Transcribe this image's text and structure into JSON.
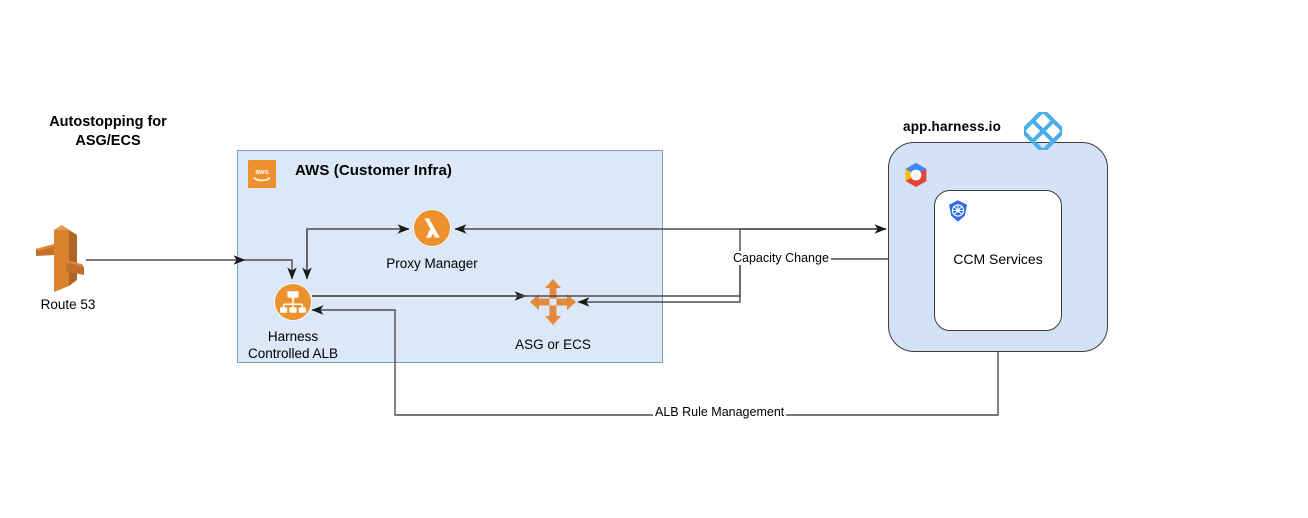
{
  "title": "Autostopping for\nASG/ECS",
  "aws_box": {
    "title": "AWS (Customer Infra)",
    "logo_icon": "aws-logo-icon"
  },
  "harness_cloud": {
    "label": "app.harness.io",
    "logo_icon": "harness-logo-icon",
    "gcp_icon": "google-cloud-icon",
    "k8s_icon": "kubernetes-icon",
    "inner_label": "CCM Services"
  },
  "nodes": [
    {
      "id": "route53",
      "label": "Route 53",
      "icon": "route53-icon"
    },
    {
      "id": "proxy",
      "label": "Proxy Manager",
      "icon": "aws-lambda-icon"
    },
    {
      "id": "alb",
      "label": "Harness\nControlled ALB",
      "icon": "application-load-balancer-icon"
    },
    {
      "id": "asg",
      "label": "ASG or ECS",
      "icon": "auto-scaling-group-icon"
    }
  ],
  "edges": [
    {
      "id": "route53-to-alb",
      "label": ""
    },
    {
      "id": "alb-to-proxy",
      "label": ""
    },
    {
      "id": "proxy-to-alb",
      "label": ""
    },
    {
      "id": "ccm-to-proxy",
      "label": ""
    },
    {
      "id": "alb-to-asg",
      "label": ""
    },
    {
      "id": "alb-to-ccm",
      "label": ""
    },
    {
      "id": "ccm-to-asg",
      "label": "Capacity Change"
    },
    {
      "id": "ccm-to-alb-rules",
      "label": "ALB Rule Management"
    }
  ],
  "colors": {
    "aws_orange": "#ec912d",
    "aws_box_fill": "#dce7f7",
    "aws_box_stroke": "#7a9bd0",
    "harness_fill": "#d4e2f7",
    "harness_blue": "#4aaee8",
    "edge_stroke": "#4d4d4d",
    "text": "#000000"
  }
}
